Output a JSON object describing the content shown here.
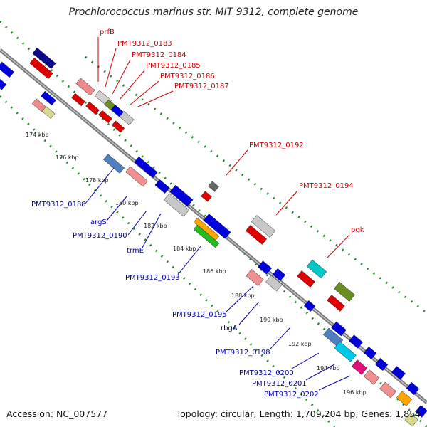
{
  "title": "Prochlorococcus marinus str. MIT 9312, complete genome",
  "accession": "Accession: NC_007577",
  "topology": "Topology: circular; Length: 1,709,204 bp; Genes: 1,854",
  "colors": {
    "backbone": "#7a7a7a",
    "ticks": "#1f8a1f",
    "red_label": "#cc0000",
    "blue_label": "#0000aa"
  },
  "kbp_ticks": [
    "174 kbp",
    "176 kbp",
    "178 kbp",
    "180 kbp",
    "182 kbp",
    "184 kbp",
    "186 kbp",
    "188 kbp",
    "190 kbp",
    "192 kbp",
    "194 kbp",
    "196 kbp"
  ],
  "red_labels": [
    "prfB",
    "PMT9312_0183",
    "PMT9312_0184",
    "PMT9312_0185",
    "PMT9312_0186",
    "PMT9312_0187",
    "PMT9312_0192",
    "PMT9312_0194",
    "pgk"
  ],
  "blue_labels": [
    "PMT9312_0188",
    "argS",
    "PMT9312_0190",
    "trmE",
    "PMT9312_0193",
    "PMT9312_0195",
    "rbgA",
    "PMT9312_0198",
    "PMT9312_0200",
    "PMT9312_0201",
    "PMT9312_0202"
  ]
}
